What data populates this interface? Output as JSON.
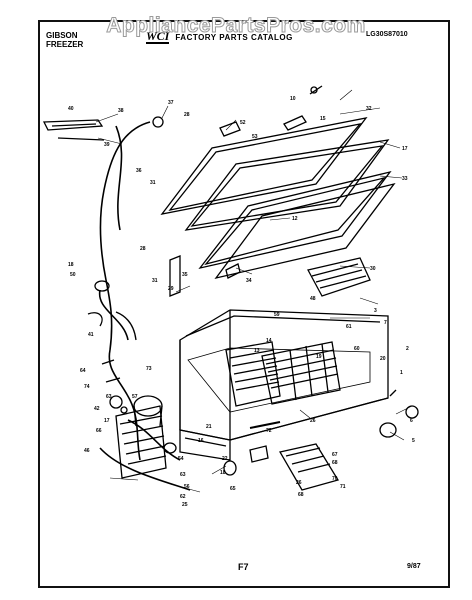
{
  "watermark": "AppliancePartsPros.com",
  "header": {
    "brand_line1": "GIBSON",
    "brand_line2": "FREEZER",
    "logo_text": "WCI",
    "catalog_title": "FACTORY PARTS CATALOG",
    "model_number": "LG30S87010"
  },
  "footer": {
    "page_code": "F7",
    "date": "9/87"
  },
  "callouts": [
    "40",
    "38",
    "39",
    "37",
    "28",
    "52",
    "53",
    "36",
    "31",
    "32",
    "10",
    "15",
    "17",
    "33",
    "12",
    "34",
    "28",
    "18",
    "50",
    "31",
    "35",
    "30",
    "29",
    "41",
    "48",
    "59",
    "3",
    "61",
    "60",
    "7",
    "13",
    "14",
    "19",
    "26",
    "64",
    "74",
    "73",
    "72",
    "63",
    "42",
    "17",
    "57",
    "66",
    "54",
    "63",
    "46",
    "56",
    "65",
    "62",
    "67",
    "68",
    "70",
    "71",
    "5",
    "6",
    "68",
    "18",
    "2",
    "1",
    "16",
    "20",
    "21",
    "22",
    "25",
    "26"
  ]
}
